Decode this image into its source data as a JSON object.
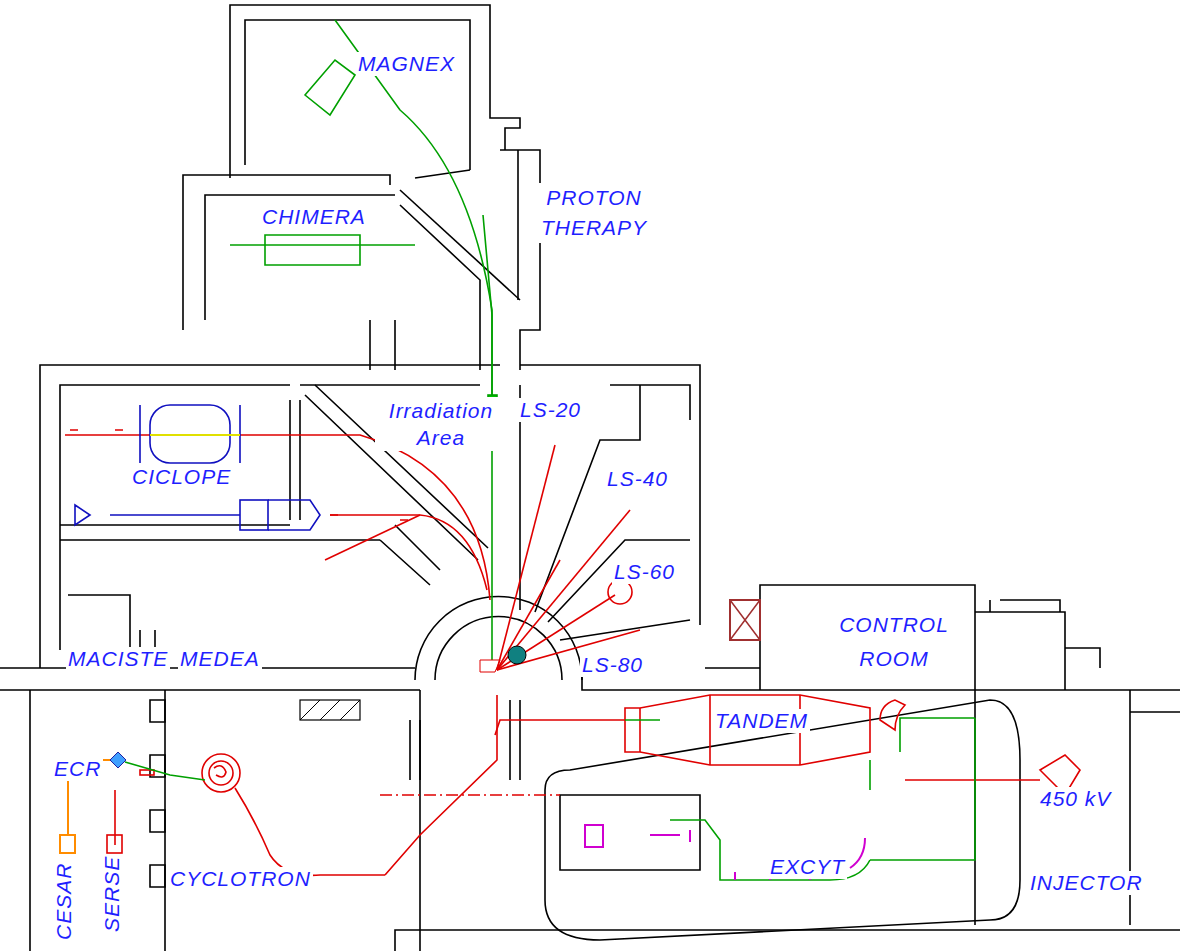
{
  "diagram": {
    "labels": [
      "MAGNEX",
      "PROTON THERAPY",
      "CHIMERA",
      "Irradiation Area",
      "LS-20",
      "LS-40",
      "CICLOPE",
      "LS-60",
      "MACISTE",
      "MEDEA",
      "CONTROL ROOM",
      "LS-80",
      "TANDEM",
      "ECR",
      "450 kV",
      "EXCYT",
      "CYCLOTRON",
      "INJECTOR",
      "CESAR",
      "SERSE"
    ]
  }
}
